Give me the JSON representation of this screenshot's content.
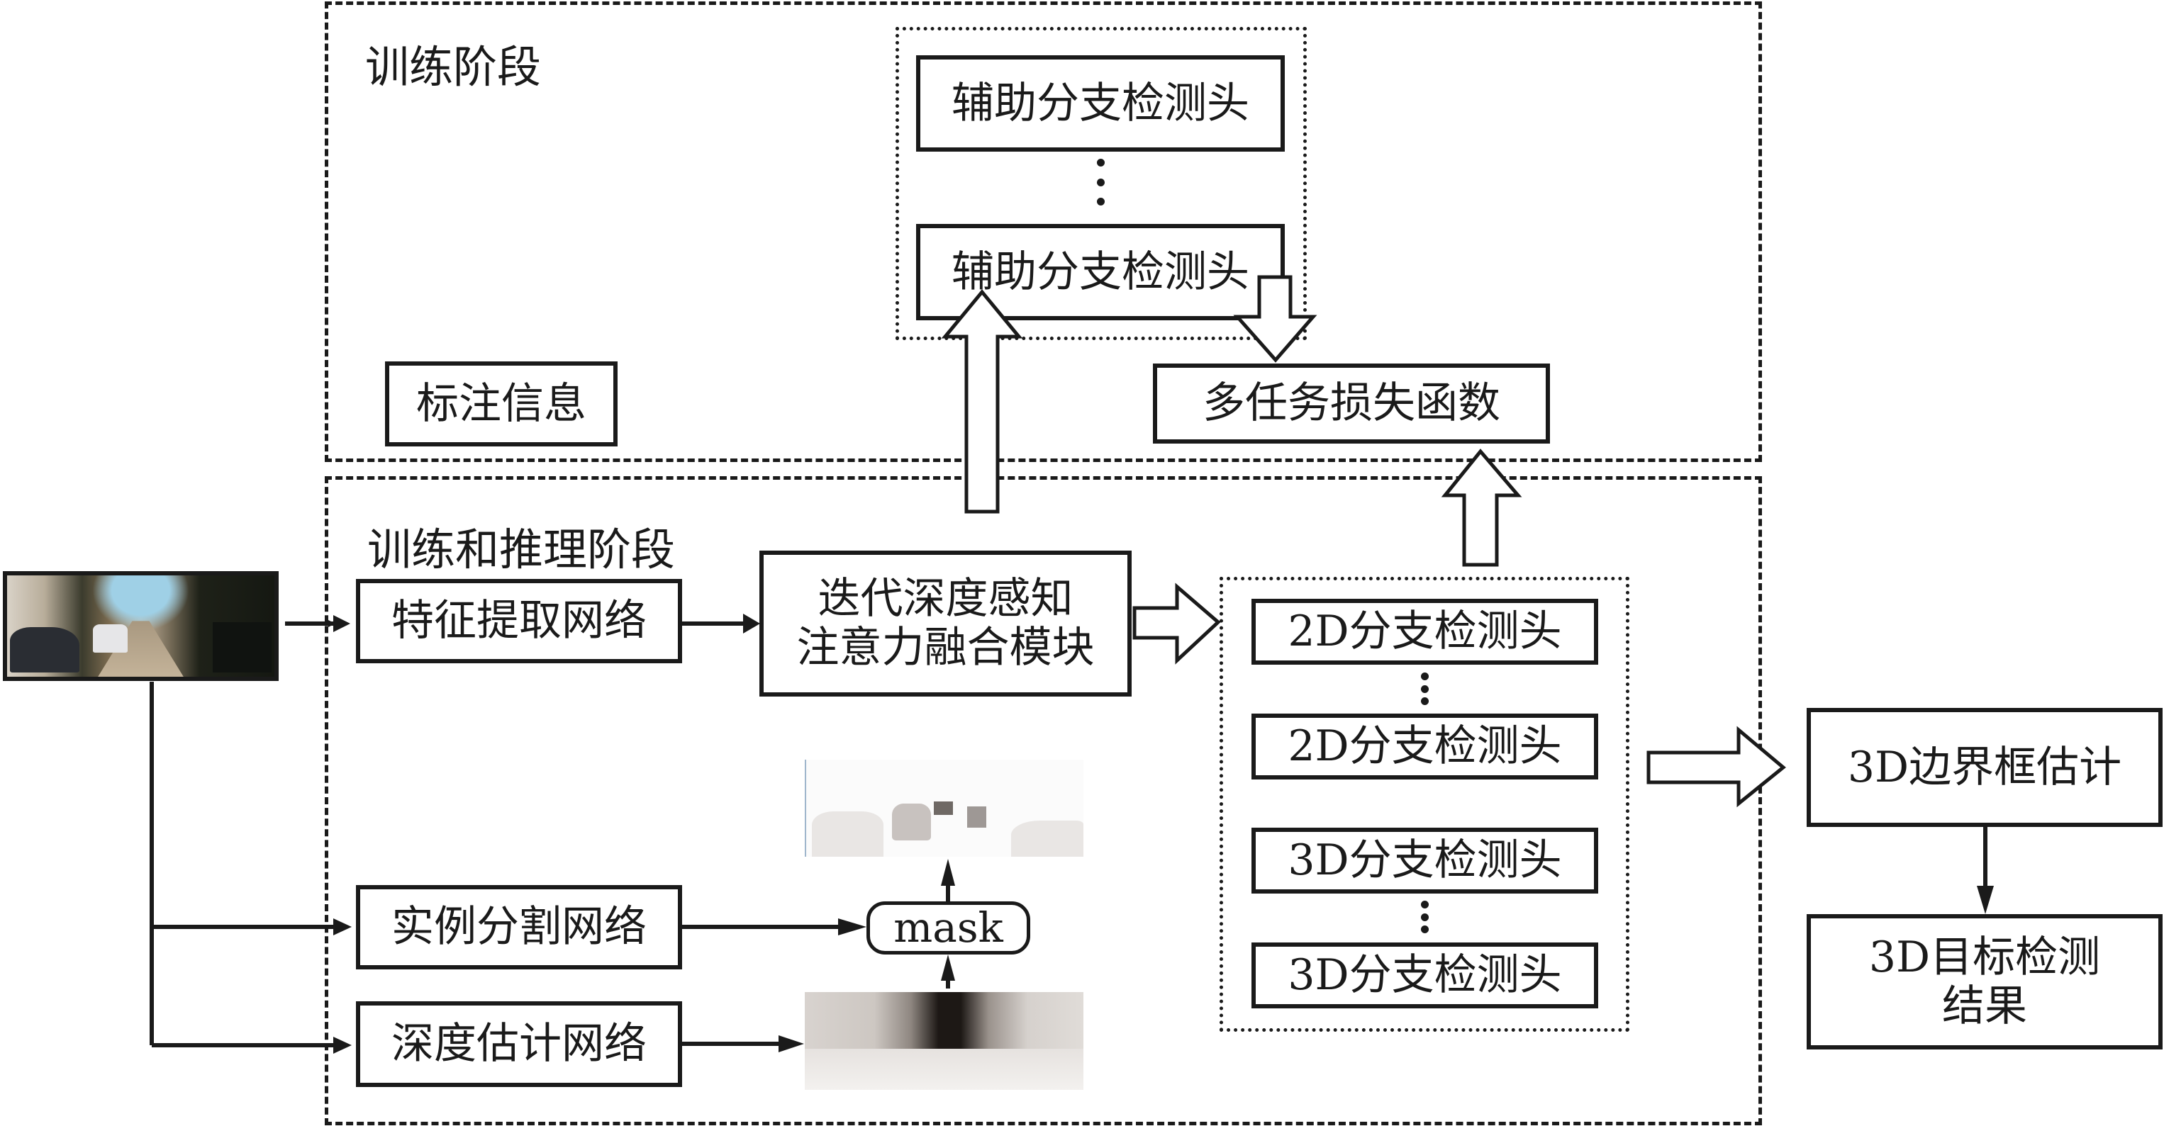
{
  "figure": {
    "training_stage": {
      "title": "训练阶段",
      "annotation_label": "标注信息",
      "aux_heads": [
        "辅助分支检测头",
        "辅助分支检测头"
      ],
      "loss_label": "多任务损失函数"
    },
    "train_infer_stage": {
      "title": "训练和推理阶段",
      "feature_net": "特征提取网络",
      "attention_module": [
        "迭代深度感知",
        "注意力融合模块"
      ],
      "instance_seg_net": "实例分割网络",
      "depth_net": "深度估计网络",
      "mask_label": "mask",
      "heads_2d": [
        "2D分支检测头",
        "2D分支检测头"
      ],
      "heads_3d": [
        "3D分支检测头",
        "3D分支检测头"
      ]
    },
    "outputs": {
      "bbox_estimation": "3D边界框估计",
      "result": [
        "3D目标检测",
        "结果"
      ]
    },
    "images": {
      "input": "input-street-image",
      "masked_depth": "masked-depth-image",
      "depth_map": "depth-map-image"
    }
  }
}
